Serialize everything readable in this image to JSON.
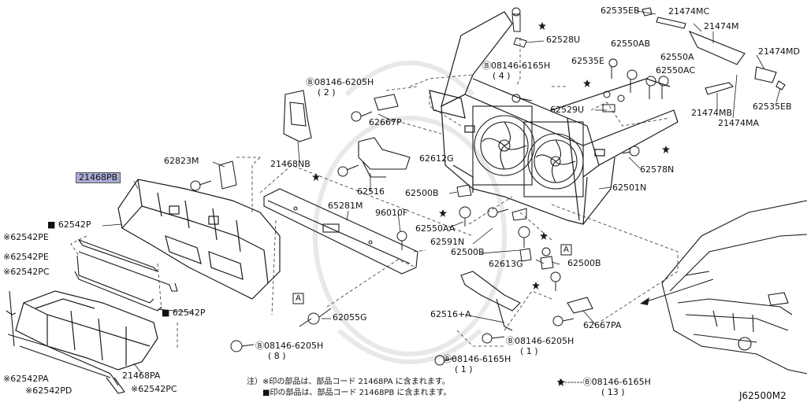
{
  "diagram_code": "J62500M2",
  "labels": {
    "p62535EB_top": "62535EB",
    "p21474MC": "21474MC",
    "p62528U": "62528U",
    "p21474M": "21474M",
    "p62550AB": "62550AB",
    "p21474MD": "21474MD",
    "bolt_08146_6165H_top": "Ⓑ08146-6165H",
    "qty_4": "( 4 )",
    "p62535E": "62535E",
    "p62550A": "62550A",
    "p62550AC": "62550AC",
    "bolt_08146_6205H_top": "Ⓑ08146-6205H",
    "qty_2": "( 2 )",
    "p62529U": "62529U",
    "p21474MB": "21474MB",
    "p62535EB_right": "62535EB",
    "p21474MA": "21474MA",
    "p62667P": "62667P",
    "p21468NB": "21468NB",
    "p62823M": "62823M",
    "p21468PB": "21468PB",
    "p62612G": "62612G",
    "p62578N": "62578N",
    "p62516": "62516",
    "p62500B_a": "62500B",
    "p62501N": "62501N",
    "p65281M": "65281M",
    "p96010F": "96010F",
    "p62542P_top": "■ 62542P",
    "p62550AA": "62550AA",
    "p62542PE_a": "※62542PE",
    "p62591N": "62591N",
    "p62500B_b": "62500B",
    "p62542PE_b": "※62542PE",
    "p62613G": "62613G",
    "p62500B_c": "62500B",
    "p62542PC_top": "※62542PC",
    "p62542P_mid": "■ 62542P",
    "p62055G": "62055G",
    "p62516A": "62516+A",
    "p62667PA": "62667PA",
    "bolt_08146_6205H_bottom": "Ⓑ08146-6205H",
    "qty_1_a": "( 1 )",
    "bolt_08146_6205H_left": "Ⓑ08146-6205H",
    "qty_8": "( 8 )",
    "bolt_08146_6165H_bottom": "Ⓑ08146-6165H",
    "qty_1_b": "( 1 )",
    "p21468PA": "21468PA",
    "p62542PA": "※62542PA",
    "p62542PD": "※62542PD",
    "p62542PC_bottom": "※62542PC",
    "star_bolt": "★------Ⓑ08146-6165H",
    "qty_13": "( 13 )",
    "callout_A_1": "A",
    "callout_A_2": "A"
  },
  "notes": {
    "line1": "注）※印の部品は、部品コード 21468PA に含まれます。",
    "line2": "■印の部品は、部品コード 21468PB に含まれます。"
  },
  "colors": {
    "line": "#1a1a1a",
    "highlight": "#a9acd6",
    "watermark": "#e6e6e6"
  }
}
